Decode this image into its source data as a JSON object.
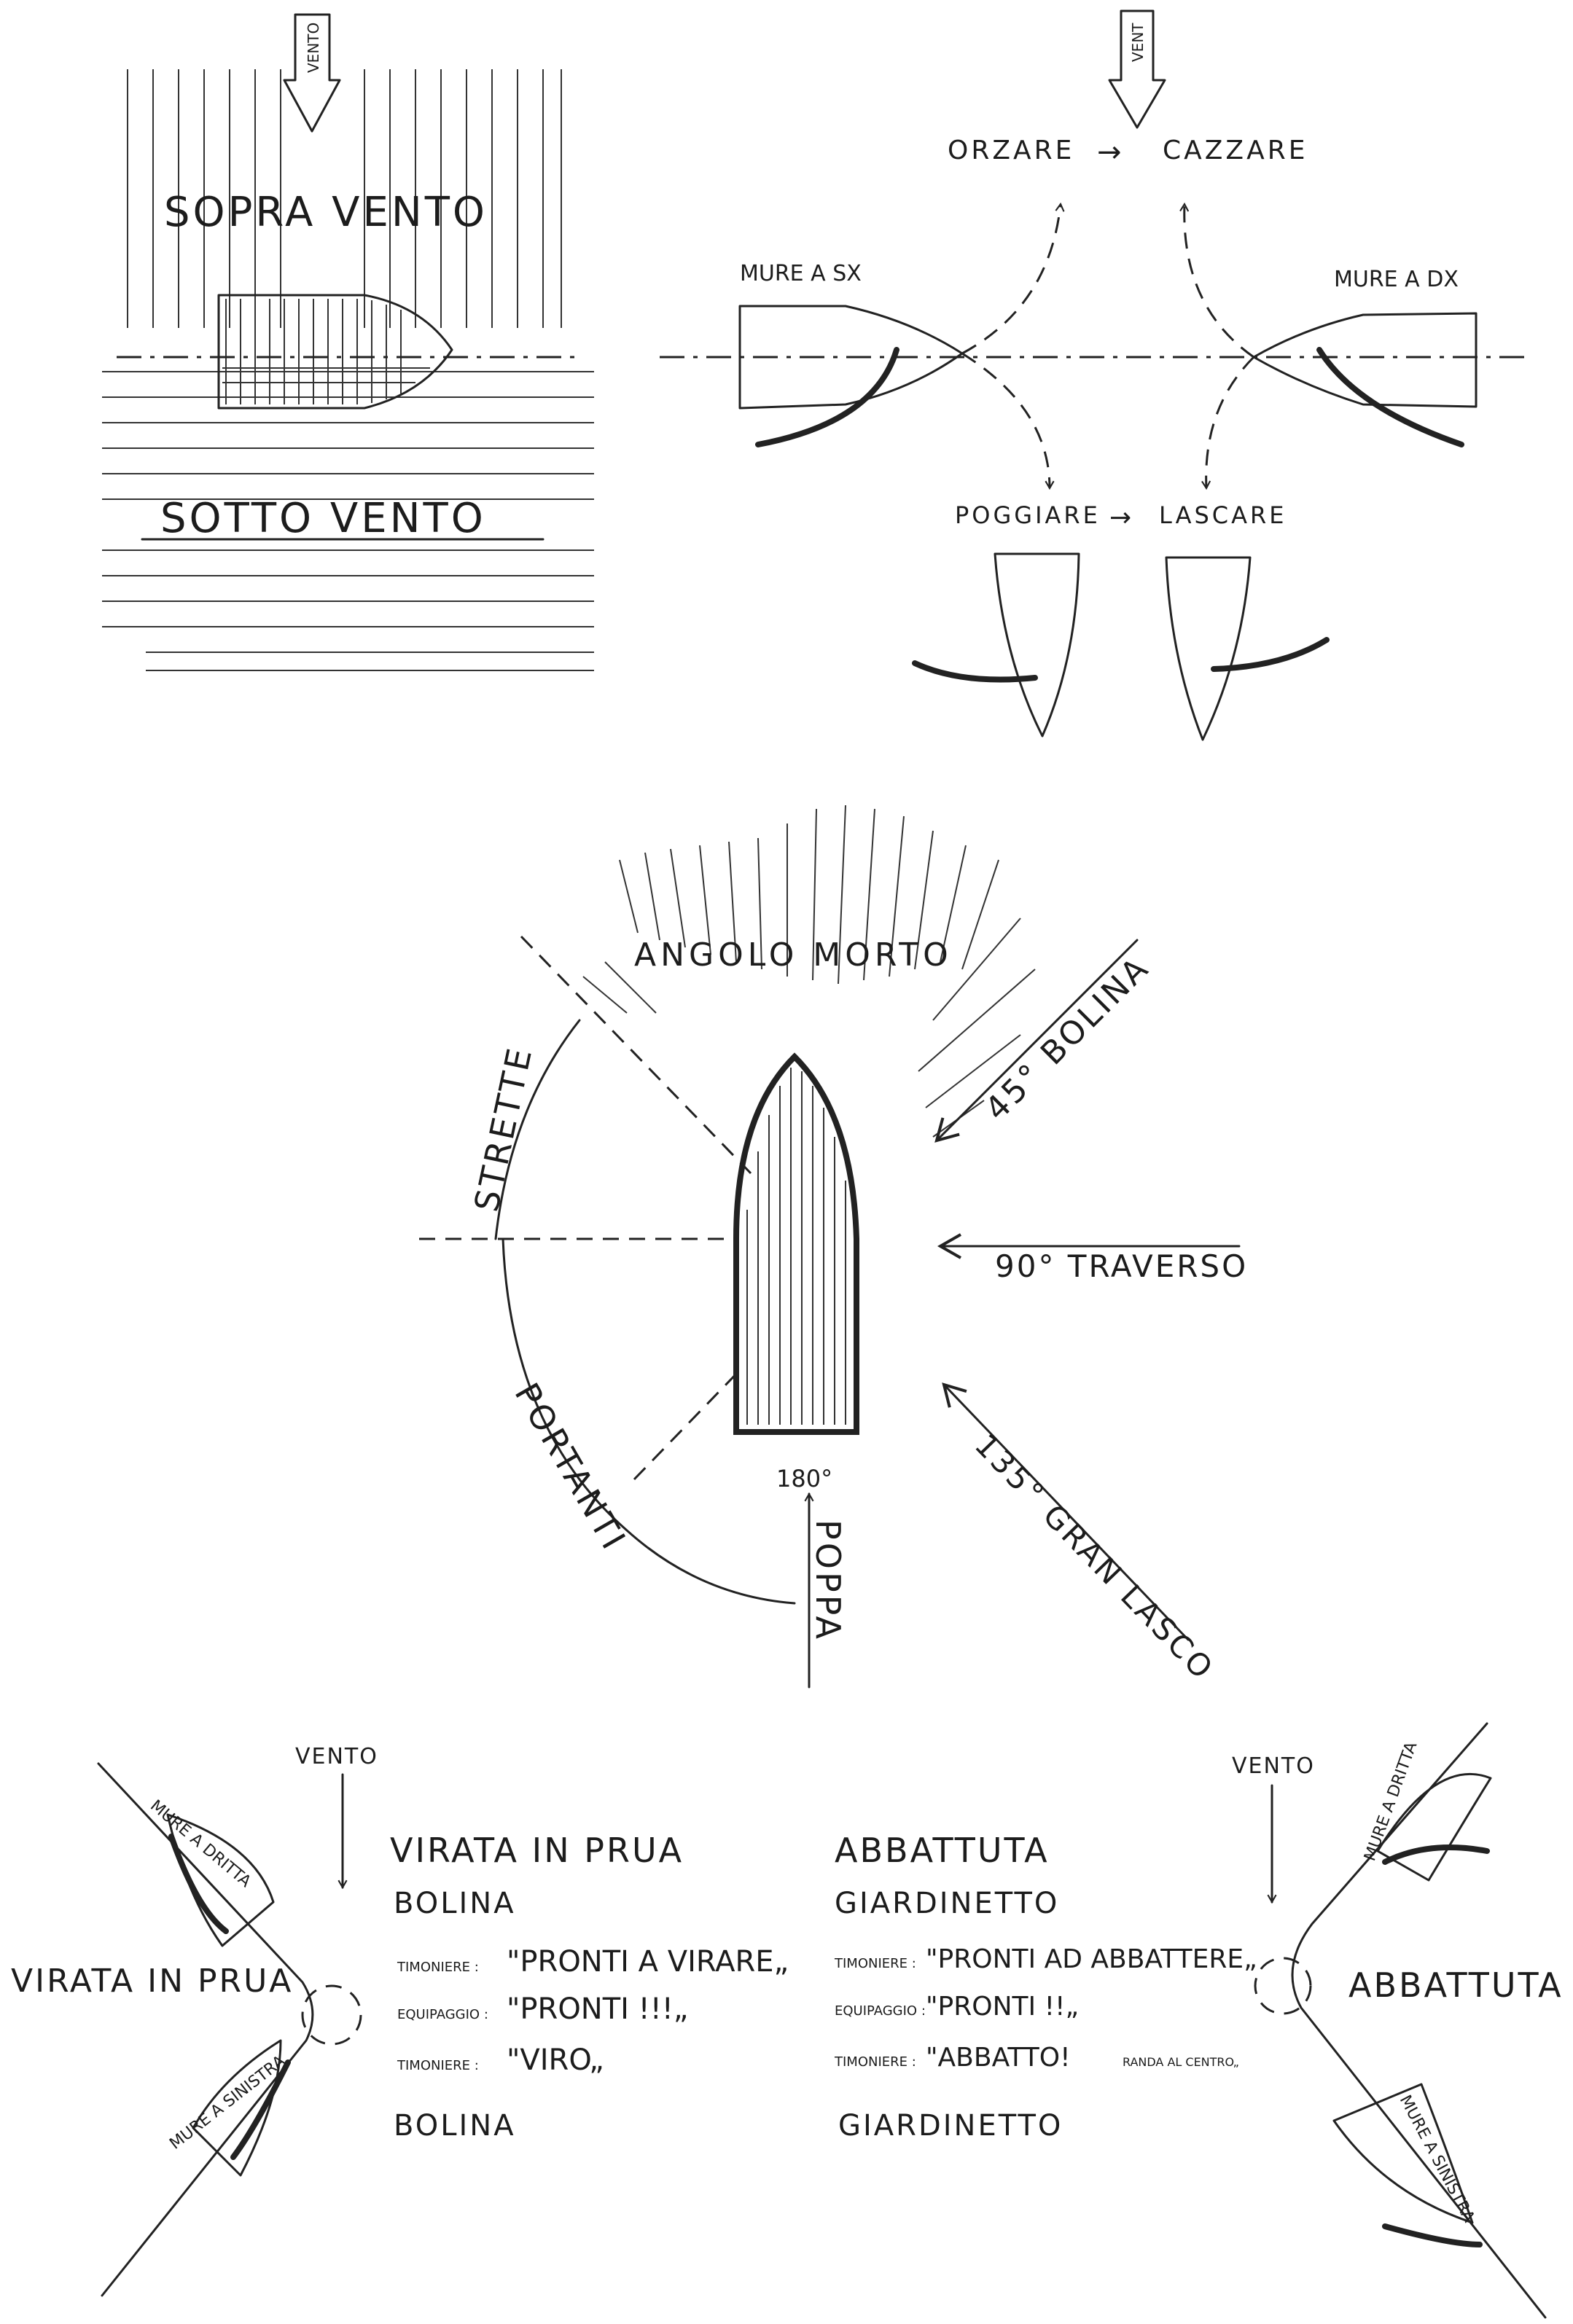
{
  "top_left": {
    "wind_label": "VENTO",
    "upwind": "SOPRA VENTO",
    "downwind": "SOTTO VENTO"
  },
  "top_right": {
    "wind_label": "VENT",
    "luff": "ORZARE",
    "sheet_in": "CAZZARE",
    "bear_away": "POGGIARE",
    "ease": "LASCARE",
    "port_tack": "MURE A SX",
    "starboard_tack": "MURE A DX",
    "arrow": "→"
  },
  "points_of_sail": {
    "dead_zone": "ANGOLO MORTO",
    "close_hauled": "45° BOLINA",
    "beam_reach": "90° TRAVERSO",
    "broad_reach": "135° GRAN LASCO",
    "run_angle": "180°",
    "run": "POPPA",
    "upwind_group": "STRETTE",
    "downwind_group": "PORTANTI"
  },
  "tack": {
    "wind_label": "VENTO",
    "side_label": "VIRATA IN PRUA",
    "mure_dritta": "MURE A DRITTA",
    "mure_sinistra": "MURE A SINISTRA",
    "title": "VIRATA IN PRUA",
    "start": "BOLINA",
    "end": "BOLINA",
    "lines": [
      {
        "role": "TIMONIERE :",
        "text": "\"PRONTI A VIRARE„"
      },
      {
        "role": "EQUIPAGGIO :",
        "text": "\"PRONTI !!!„"
      },
      {
        "role": "TIMONIERE :",
        "text": "\"VIRO„"
      }
    ]
  },
  "gybe": {
    "wind_label": "VENTO",
    "side_label": "ABBATTUTA",
    "mure_dritta": "MURE A DRITTA",
    "mure_sinistra": "MURE A SINISTRA",
    "title": "ABBATTUTA",
    "start": "GIARDINETTO",
    "end": "GIARDINETTO",
    "lines": [
      {
        "role": "TIMONIERE :",
        "text": "\"PRONTI AD ABBATTERE„"
      },
      {
        "role": "EQUIPAGGIO :",
        "text": "\"PRONTI !!„"
      },
      {
        "role": "TIMONIERE :",
        "text": "\"ABBATTO!"
      },
      {
        "role": "",
        "text": "RANDA AL CENTRO„"
      }
    ]
  }
}
